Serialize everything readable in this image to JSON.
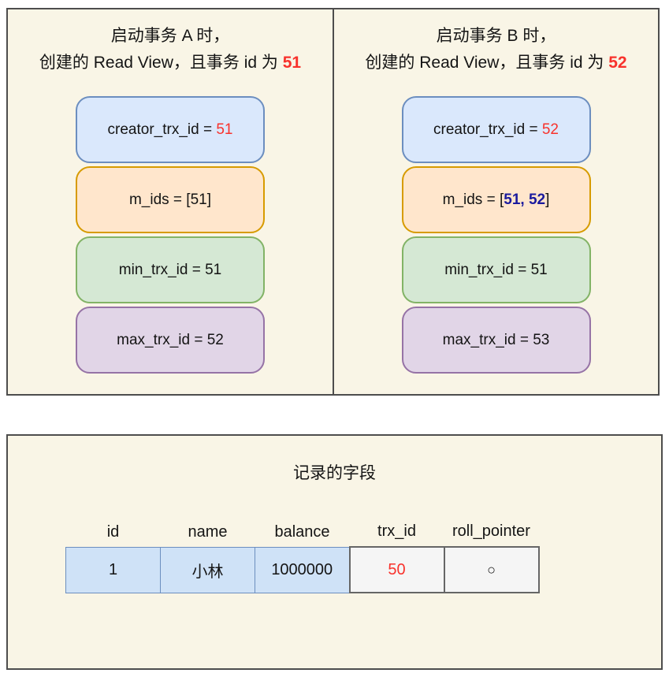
{
  "colors": {
    "page-bg": "#ffffff",
    "panel-bg": "#f9f5e6",
    "panel-border": "#4d4d4d",
    "red": "#f8322c",
    "navy": "#1a1a9e",
    "blue-fill": "#dae8fc",
    "blue-stroke": "#6c8ebf",
    "orange-fill": "#ffe6cc",
    "orange-stroke": "#d79b00",
    "green-fill": "#d5e8d4",
    "green-stroke": "#82b366",
    "purple-fill": "#e1d5e7",
    "purple-stroke": "#9673a6",
    "cell-blue-fill": "#cfe2f7",
    "cell-blue-stroke": "#6c8ebf",
    "cell-gray-fill": "#f5f5f5",
    "cell-gray-stroke": "#666666"
  },
  "panels": [
    {
      "title_line1": "启动事务 A 时，",
      "title_line2_prefix": "创建的 Read View，且事务 id 为 ",
      "title_line2_value": "51",
      "boxes": [
        {
          "color": "blue",
          "prefix": "creator_trx_id = ",
          "value": "51",
          "suffix": "",
          "value_style": "red"
        },
        {
          "color": "orange",
          "prefix": "m_ids = [",
          "value": "51",
          "suffix": "]",
          "value_style": "plain"
        },
        {
          "color": "green",
          "prefix": "min_trx_id = ",
          "value": "51",
          "suffix": "",
          "value_style": "plain"
        },
        {
          "color": "purple",
          "prefix": "max_trx_id = ",
          "value": "52",
          "suffix": "",
          "value_style": "plain"
        }
      ]
    },
    {
      "title_line1": "启动事务 B 时，",
      "title_line2_prefix": "创建的 Read View，且事务 id 为 ",
      "title_line2_value": "52",
      "boxes": [
        {
          "color": "blue",
          "prefix": "creator_trx_id = ",
          "value": "52",
          "suffix": "",
          "value_style": "red"
        },
        {
          "color": "orange",
          "prefix": "m_ids = [",
          "value": "51, 52",
          "suffix": "]",
          "value_style": "navy"
        },
        {
          "color": "green",
          "prefix": "min_trx_id = ",
          "value": "51",
          "suffix": "",
          "value_style": "plain"
        },
        {
          "color": "purple",
          "prefix": "max_trx_id = ",
          "value": "53",
          "suffix": "",
          "value_style": "plain"
        }
      ]
    }
  ],
  "record": {
    "title": "记录的字段",
    "columns": [
      "id",
      "name",
      "balance",
      "trx_id",
      "roll_pointer"
    ],
    "row_values": [
      "1",
      "小林",
      "1000000",
      "50",
      "○"
    ]
  }
}
